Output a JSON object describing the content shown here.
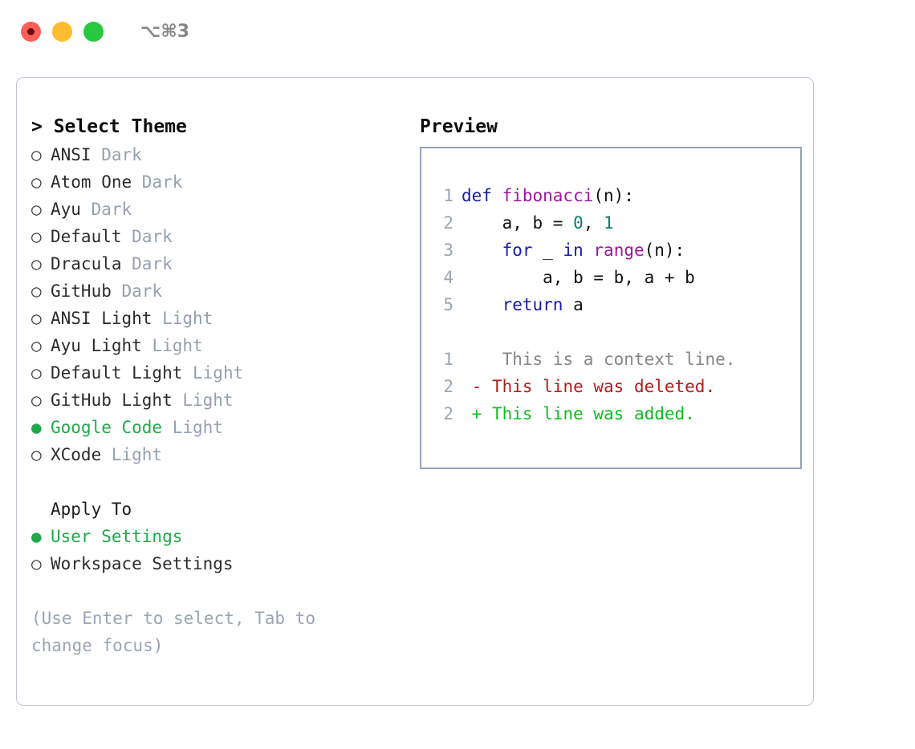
{
  "titlebar": {
    "lights": [
      {
        "name": "close",
        "color": "#ff5f57",
        "active": true
      },
      {
        "name": "minimize",
        "color": "#febc2e",
        "active": false
      },
      {
        "name": "maximize",
        "color": "#28c840",
        "active": false
      }
    ],
    "shortcut": "⌥⌘3"
  },
  "colors": {
    "accent_green": "#22a84a",
    "muted": "#95a0b0",
    "hint": "#9aa5b4",
    "border_panel": "#bfc6d4",
    "border_preview": "#94a3b8",
    "keyword": "#1a1aa8",
    "function": "#a0159e",
    "number": "#0f7a73",
    "diff_context": "#868686",
    "diff_deleted": "#b31b1b",
    "diff_added": "#0bbf1f"
  },
  "theme_panel": {
    "header": "> Select Theme",
    "items": [
      {
        "label": "ANSI",
        "tag": "Dark",
        "selected": false
      },
      {
        "label": "Atom One",
        "tag": "Dark",
        "selected": false
      },
      {
        "label": "Ayu",
        "tag": "Dark",
        "selected": false
      },
      {
        "label": "Default",
        "tag": "Dark",
        "selected": false
      },
      {
        "label": "Dracula",
        "tag": "Dark",
        "selected": false
      },
      {
        "label": "GitHub",
        "tag": "Dark",
        "selected": false
      },
      {
        "label": "ANSI Light",
        "tag": "Light",
        "selected": false
      },
      {
        "label": "Ayu Light",
        "tag": "Light",
        "selected": false
      },
      {
        "label": "Default Light",
        "tag": "Light",
        "selected": false
      },
      {
        "label": "GitHub Light",
        "tag": "Light",
        "selected": false
      },
      {
        "label": "Google Code",
        "tag": "Light",
        "selected": true
      },
      {
        "label": "XCode",
        "tag": "Light",
        "selected": false
      }
    ],
    "bullet_on": "●",
    "bullet_off": "○"
  },
  "apply_to": {
    "header": "Apply To",
    "options": [
      {
        "label": "User Settings",
        "selected": true
      },
      {
        "label": "Workspace Settings",
        "selected": false
      }
    ]
  },
  "hint": "(Use Enter to select, Tab to change focus)",
  "preview": {
    "header": "Preview",
    "code_lines": [
      {
        "number": "1",
        "tokens": [
          {
            "t": "def ",
            "c": "kw"
          },
          {
            "t": "fibonacci",
            "c": "fn"
          },
          {
            "t": "(n):",
            "c": "pun"
          }
        ]
      },
      {
        "number": "2",
        "tokens": [
          {
            "t": "    a, b = ",
            "c": "var"
          },
          {
            "t": "0",
            "c": "num"
          },
          {
            "t": ", ",
            "c": "pun"
          },
          {
            "t": "1",
            "c": "num"
          }
        ]
      },
      {
        "number": "3",
        "tokens": [
          {
            "t": "    ",
            "c": "var"
          },
          {
            "t": "for",
            "c": "kw"
          },
          {
            "t": " _ ",
            "c": "var"
          },
          {
            "t": "in",
            "c": "kw"
          },
          {
            "t": " ",
            "c": "var"
          },
          {
            "t": "range",
            "c": "fn"
          },
          {
            "t": "(n):",
            "c": "pun"
          }
        ]
      },
      {
        "number": "4",
        "tokens": [
          {
            "t": "        a, b = b, a + b",
            "c": "var"
          }
        ]
      },
      {
        "number": "5",
        "tokens": [
          {
            "t": "    ",
            "c": "var"
          },
          {
            "t": "return",
            "c": "kw"
          },
          {
            "t": " a",
            "c": "var"
          }
        ]
      }
    ],
    "diff_lines": [
      {
        "number": "1",
        "marker": " ",
        "text": "  This is a context line.",
        "kind": "diff-ctx"
      },
      {
        "number": "2",
        "marker": "-",
        "text": " This line was deleted.",
        "kind": "diff-del"
      },
      {
        "number": "2",
        "marker": "+",
        "text": " This line was added.",
        "kind": "diff-add"
      }
    ]
  }
}
